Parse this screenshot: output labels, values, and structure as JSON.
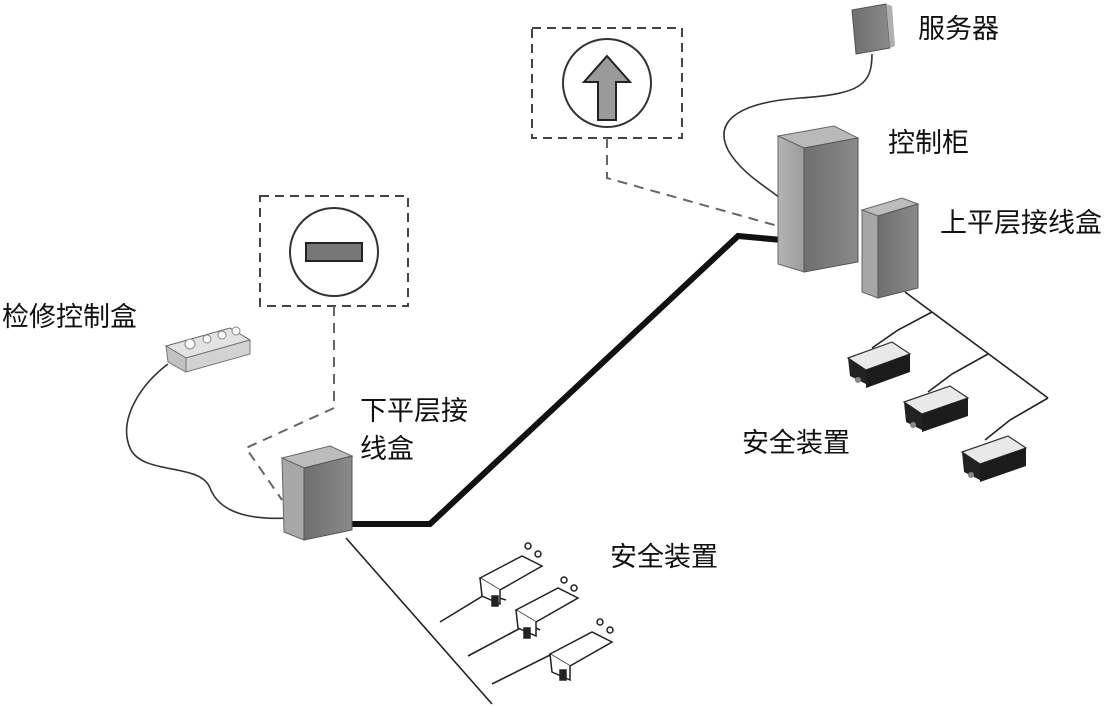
{
  "labels": {
    "server": "服务器",
    "control_cabinet": "控制柜",
    "upper_junction_box": "上平层接线盒",
    "maintenance_box": "检修控制盒",
    "lower_junction_box_line1": "下平层接",
    "lower_junction_box_line2": "线盒",
    "safety_device_upper": "安全装置",
    "safety_device_lower": "安全装置"
  },
  "icons": {
    "up_arrow_indicator": "up-arrow-icon",
    "level_bar_indicator": "minus-bar-icon"
  },
  "colors": {
    "box_front": "#7a7a7a",
    "box_side": "#a9a9a9",
    "line": "#111111",
    "dashed": "#666666"
  }
}
